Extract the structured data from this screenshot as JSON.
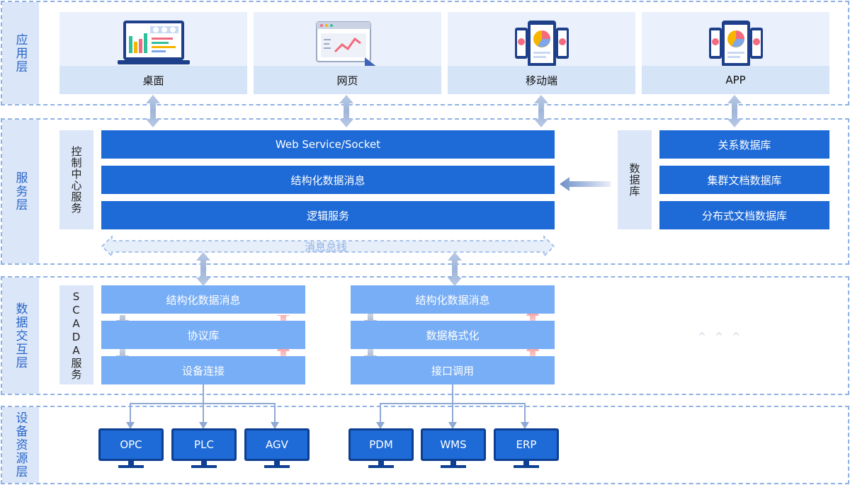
{
  "layers": {
    "app": "应用层",
    "service": "服务层",
    "data": "数据交互层",
    "device": "设备资源层"
  },
  "app_cards": [
    {
      "label": "桌面",
      "icon": "laptop-dashboard-icon"
    },
    {
      "label": "网页",
      "icon": "browser-chart-icon"
    },
    {
      "label": "移动端",
      "icon": "mobile-pie-chart-icon"
    },
    {
      "label": "APP",
      "icon": "app-pie-chart-icon"
    }
  ],
  "service": {
    "control_center": "控制中心服务",
    "bars": [
      "Web Service/Socket",
      "结构化数据消息",
      "逻辑服务"
    ],
    "database_label": "数据库",
    "databases": [
      "关系数据库",
      "集群文档数据库",
      "分布式文档数据库"
    ],
    "bus": "消息总线"
  },
  "data_layer": {
    "scada_label": "SCADA服务",
    "left_stack": [
      "结构化数据消息",
      "协议库",
      "设备连接"
    ],
    "right_stack": [
      "结构化数据消息",
      "数据格式化",
      "接口调用"
    ],
    "ellipsis": "^ ^ ^"
  },
  "devices": {
    "left": [
      "OPC",
      "PLC",
      "AGV"
    ],
    "right": [
      "PDM",
      "WMS",
      "ERP"
    ]
  },
  "colors": {
    "primary": "#1e6ad6",
    "light": "#78aef5",
    "panel": "#dbe6f8",
    "dashed": "#8fb1e6"
  }
}
